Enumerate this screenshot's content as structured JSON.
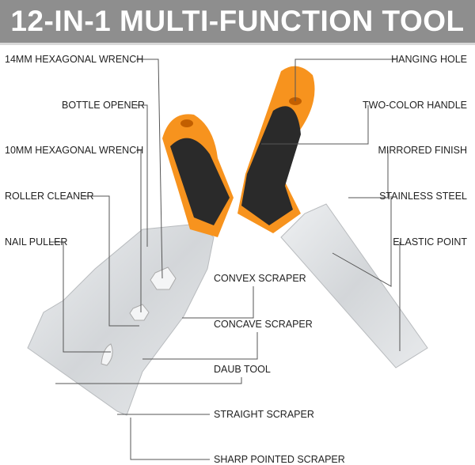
{
  "title": "12-IN-1 MULTI-FUNCTION TOOL",
  "labels_left": [
    "14MM HEXAGONAL WRENCH",
    "BOTTLE OPENER",
    "10MM HEXAGONAL WRENCH",
    "ROLLER CLEANER",
    "NAIL PULLER"
  ],
  "labels_right": [
    "HANGING HOLE",
    "TWO-COLOR HANDLE",
    "MIRRORED FINISH",
    "STAINLESS STEEL",
    "ELASTIC POINT"
  ],
  "labels_bottom": [
    "CONVEX SCRAPER",
    "CONCAVE SCRAPER",
    "DAUB TOOL",
    "STRAIGHT SCRAPER",
    "SHARP POINTED SCRAPER"
  ],
  "colors": {
    "banner": "#8e8e8e",
    "handle_orange": "#f7931e",
    "handle_black": "#2a2a2a",
    "steel": "#d9dcdf"
  }
}
